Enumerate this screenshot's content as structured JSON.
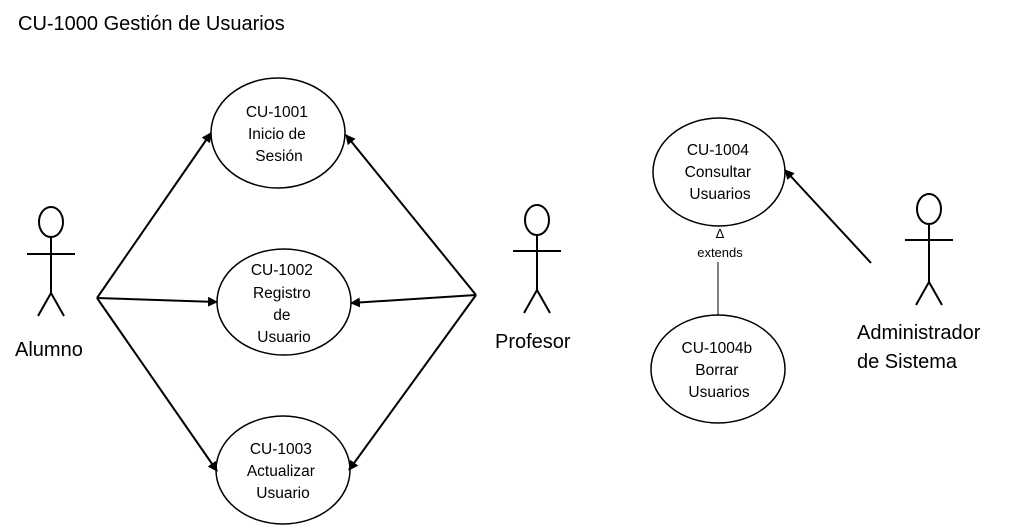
{
  "title": "CU-1000 Gestión de Usuarios",
  "actors": {
    "alumno": "Alumno",
    "profesor": "Profesor",
    "admin_line1": "Administrador",
    "admin_line2": "de Sistema"
  },
  "use_cases": {
    "cu1001": [
      "CU-1001",
      "Inicio de",
      "Sesión"
    ],
    "cu1002": [
      "CU-1002",
      "Registro",
      "de",
      "Usuario"
    ],
    "cu1003": [
      "CU-1003",
      "Actualizar",
      "Usuario"
    ],
    "cu1004": [
      "CU-1004",
      "Consultar",
      "Usuarios"
    ],
    "cu1004b": [
      "CU-1004b",
      "Borrar",
      "Usuarios"
    ]
  },
  "relationship": {
    "extends_symbol": "Δ",
    "extends_label": "extends"
  }
}
